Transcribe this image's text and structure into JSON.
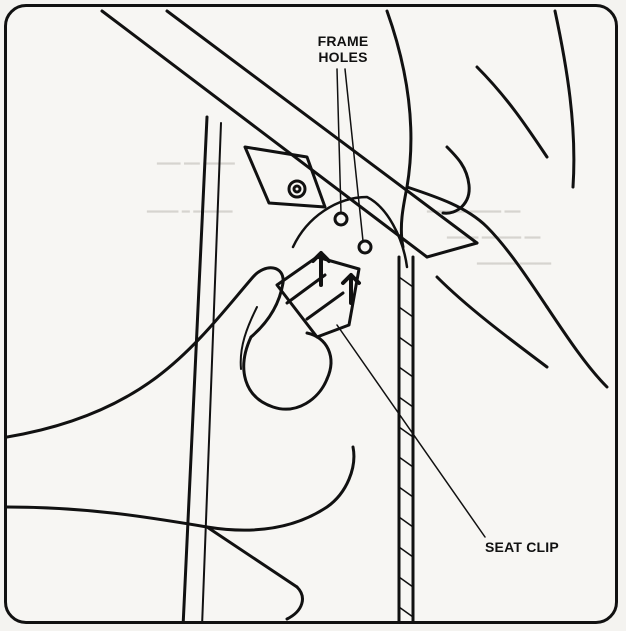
{
  "labels": {
    "frame_holes_line1": "FRAME",
    "frame_holes_line2": "HOLES",
    "seat_clip": "SEAT CLIP"
  },
  "colors": {
    "ink": "#111111",
    "paper": "#f7f6f3",
    "bleed_through": "#d6d4cf"
  }
}
